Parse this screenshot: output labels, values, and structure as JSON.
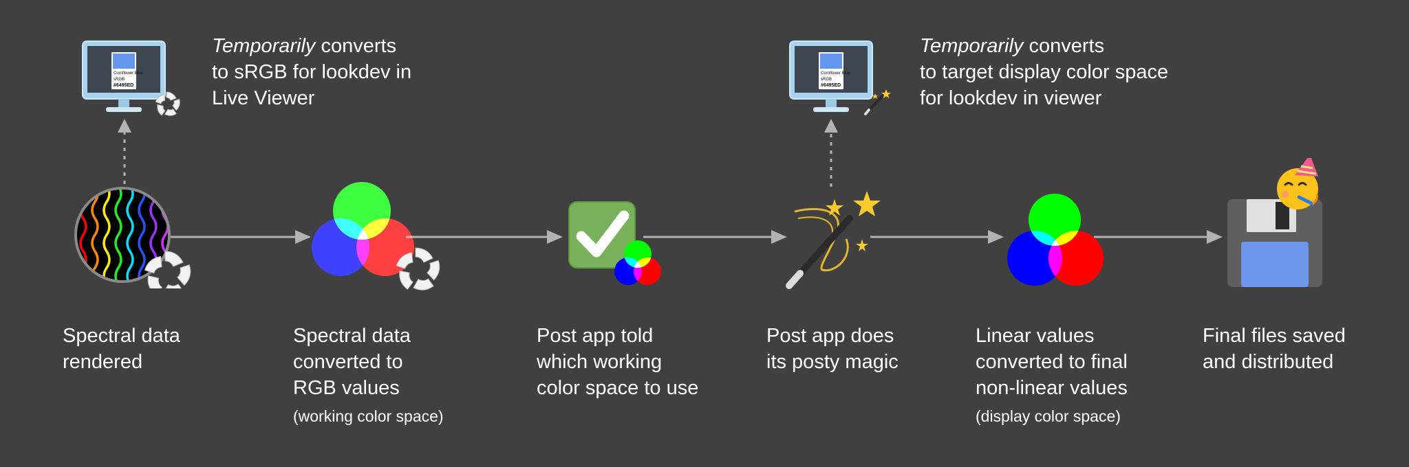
{
  "steps": [
    {
      "lines": [
        "Spectral data",
        "rendered"
      ],
      "sub": ""
    },
    {
      "lines": [
        "Spectral data",
        "converted to",
        "RGB values"
      ],
      "sub": "(working color space)"
    },
    {
      "lines": [
        "Post app told",
        "which working",
        "color space to use"
      ],
      "sub": ""
    },
    {
      "lines": [
        "Post app does",
        "its posty magic"
      ],
      "sub": ""
    },
    {
      "lines": [
        "Linear values",
        "converted to final",
        "non-linear values"
      ],
      "sub": "(display color space)"
    },
    {
      "lines": [
        "Final files saved",
        "and distributed"
      ],
      "sub": ""
    }
  ],
  "notes": [
    {
      "emphasis": "Temporarily",
      "first_rest": " converts",
      "lines": [
        "to sRGB for lookdev in",
        "Live Viewer"
      ]
    },
    {
      "emphasis": "Temporarily",
      "first_rest": " converts",
      "lines": [
        "to target display color space",
        "for lookdev in viewer"
      ]
    }
  ],
  "monitor_screens": [
    {
      "line1": "Cornflower Blue",
      "line2": "sRGB",
      "line3": "#6495ED"
    },
    {
      "line1": "Cornflower Blue",
      "line2": "sRGB",
      "line3": "#6495ED"
    }
  ],
  "colors": {
    "background": "#404040",
    "arrow": "#b3b3b3",
    "swatch": "#6495ED",
    "red": "#ff0000",
    "green": "#00ff00",
    "blue": "#0000ff"
  },
  "icons": [
    "spectrum-icon",
    "octane-icon",
    "rgb-venn-icon",
    "check-icon",
    "magic-wand-icon",
    "monitor-icon",
    "floppy-disk-icon",
    "party-face-icon"
  ]
}
